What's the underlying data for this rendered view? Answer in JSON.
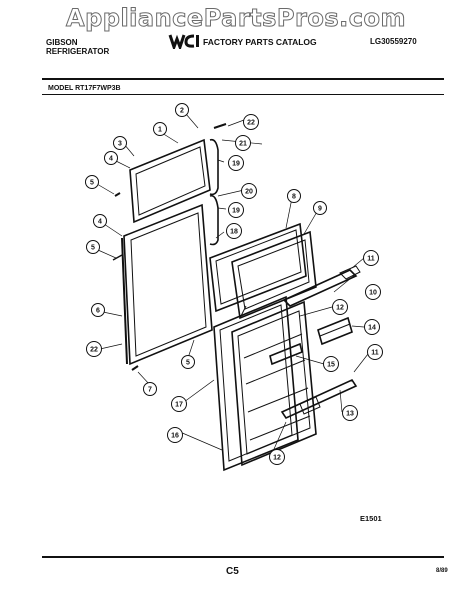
{
  "watermark": "AppliancePartsPros.com",
  "header": {
    "brand_line1": "GIBSON",
    "brand_line2": "REFRIGERATOR",
    "catalog_title": "FACTORY PARTS CATALOG",
    "document_number": "LG30559270"
  },
  "model_label": "MODEL RT17F7WP3B",
  "figure_code": "E1501",
  "page_number": "C5",
  "date_code": "8/89",
  "callouts": [
    "1",
    "2",
    "3",
    "4",
    "5",
    "4",
    "5",
    "6",
    "22",
    "7",
    "5",
    "22",
    "21",
    "19",
    "20",
    "19",
    "18",
    "17",
    "16",
    "8",
    "9",
    "11",
    "10",
    "12",
    "14",
    "15",
    "11",
    "13",
    "12"
  ]
}
